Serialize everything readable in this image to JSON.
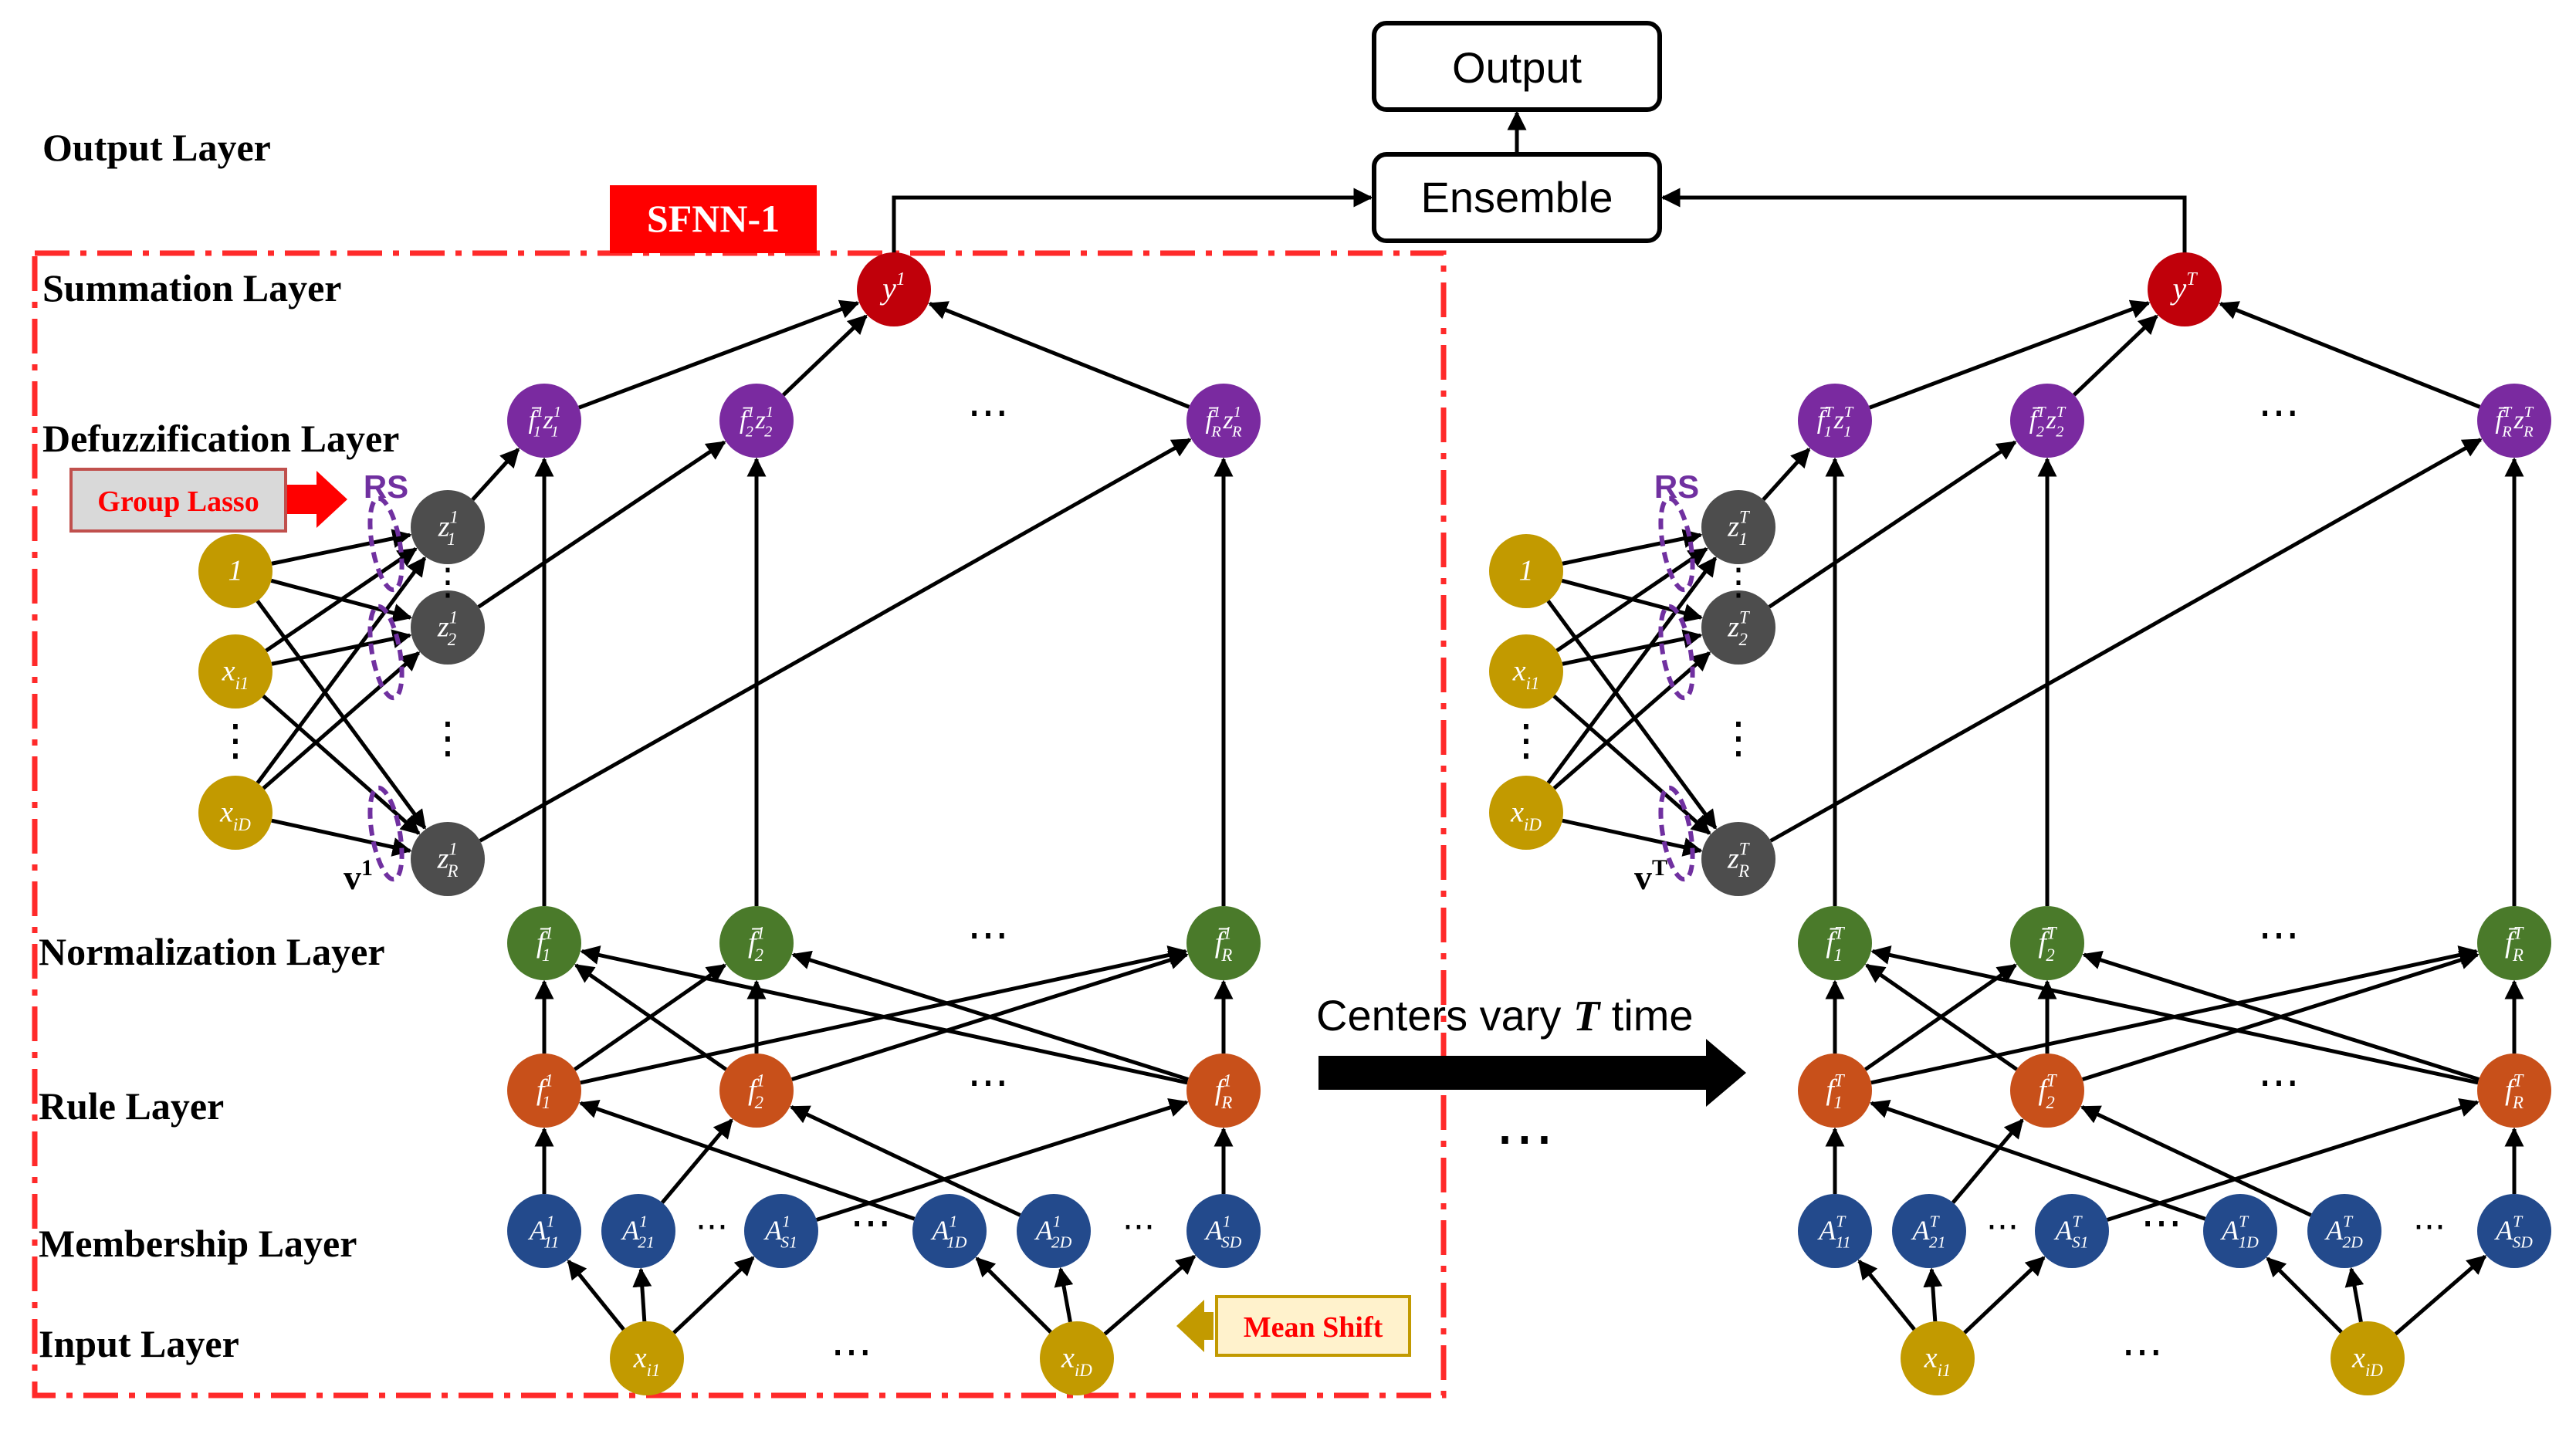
{
  "colors": {
    "frame_red": "#ff2a2a",
    "output_red": "#c0000a",
    "defuzz_purple": "#7a2aa0",
    "z_gray": "#4d4d4d",
    "input_gold": "#c29a00",
    "norm_green": "#4a7a2a",
    "rule_orange": "#c8501a",
    "member_blue": "#234a8c",
    "rs_dashed": "#7030a0"
  },
  "layer_labels": {
    "output": "Output Layer",
    "summation": "Summation Layer",
    "defuzzification": "Defuzzification Layer",
    "normalization": "Normalization Layer",
    "rule": "Rule Layer",
    "membership": "Membership Layer",
    "input": "Input Layer"
  },
  "boxes": {
    "output": "Output",
    "ensemble": "Ensemble",
    "sfnn": "SFNN-1",
    "group_lasso": "Group Lasso",
    "mean_shift": "Mean Shift"
  },
  "arrow_caption": {
    "prefix": "Centers vary ",
    "var": "T",
    "suffix": " time"
  },
  "ellipsis": "···",
  "vdots": "⋮",
  "rs_label": "RS",
  "left": {
    "y": {
      "main": "y",
      "sup": "1"
    },
    "v": {
      "main": "v",
      "sup": "1"
    },
    "defuzz": [
      {
        "main": "f̄",
        "sub": "1",
        "sup": "1",
        "z": "z",
        "zsub": "1",
        "zsup": "1"
      },
      {
        "main": "f̄",
        "sub": "2",
        "sup": "1",
        "z": "z",
        "zsub": "2",
        "zsup": "1"
      },
      {
        "main": "f̄",
        "sub": "R",
        "sup": "1",
        "z": "z",
        "zsub": "R",
        "zsup": "1"
      }
    ],
    "zs": [
      {
        "main": "z",
        "sub": "1",
        "sup": "1"
      },
      {
        "main": "z",
        "sub": "2",
        "sup": "1"
      },
      {
        "main": "z",
        "sub": "R",
        "sup": "1"
      }
    ],
    "consequent_inputs": [
      {
        "main": "1",
        "sub": "",
        "sup": ""
      },
      {
        "main": "x",
        "sub": "i1",
        "sup": ""
      },
      {
        "main": "x",
        "sub": "iD",
        "sup": ""
      }
    ],
    "norm": [
      {
        "main": "f̄",
        "sub": "1",
        "sup": "1"
      },
      {
        "main": "f̄",
        "sub": "2",
        "sup": "1"
      },
      {
        "main": "f̄",
        "sub": "R",
        "sup": "1"
      }
    ],
    "rule": [
      {
        "main": "f",
        "sub": "1",
        "sup": "1"
      },
      {
        "main": "f",
        "sub": "2",
        "sup": "1"
      },
      {
        "main": "f",
        "sub": "R",
        "sup": "1"
      }
    ],
    "member": [
      {
        "main": "A",
        "sub": "11",
        "sup": "1"
      },
      {
        "main": "A",
        "sub": "21",
        "sup": "1"
      },
      {
        "main": "A",
        "sub": "S1",
        "sup": "1"
      },
      {
        "main": "A",
        "sub": "1D",
        "sup": "1"
      },
      {
        "main": "A",
        "sub": "2D",
        "sup": "1"
      },
      {
        "main": "A",
        "sub": "SD",
        "sup": "1"
      }
    ],
    "inputs": [
      {
        "main": "x",
        "sub": "i1",
        "sup": ""
      },
      {
        "main": "x",
        "sub": "iD",
        "sup": ""
      }
    ]
  },
  "right": {
    "y": {
      "main": "y",
      "sup": "T"
    },
    "v": {
      "main": "v",
      "sup": "T"
    },
    "defuzz": [
      {
        "main": "f̄",
        "sub": "1",
        "sup": "T",
        "z": "z",
        "zsub": "1",
        "zsup": "T"
      },
      {
        "main": "f̄",
        "sub": "2",
        "sup": "T",
        "z": "z",
        "zsub": "2",
        "zsup": "T"
      },
      {
        "main": "f̄",
        "sub": "R",
        "sup": "T",
        "z": "z",
        "zsub": "R",
        "zsup": "T"
      }
    ],
    "zs": [
      {
        "main": "z",
        "sub": "1",
        "sup": "T"
      },
      {
        "main": "z",
        "sub": "2",
        "sup": "T"
      },
      {
        "main": "z",
        "sub": "R",
        "sup": "T"
      }
    ],
    "consequent_inputs": [
      {
        "main": "1",
        "sub": "",
        "sup": ""
      },
      {
        "main": "x",
        "sub": "i1",
        "sup": ""
      },
      {
        "main": "x",
        "sub": "iD",
        "sup": ""
      }
    ],
    "norm": [
      {
        "main": "f̄",
        "sub": "1",
        "sup": "T"
      },
      {
        "main": "f̄",
        "sub": "2",
        "sup": "T"
      },
      {
        "main": "f̄",
        "sub": "R",
        "sup": "T"
      }
    ],
    "rule": [
      {
        "main": "f",
        "sub": "1",
        "sup": "T"
      },
      {
        "main": "f",
        "sub": "2",
        "sup": "T"
      },
      {
        "main": "f",
        "sub": "R",
        "sup": "T"
      }
    ],
    "member": [
      {
        "main": "A",
        "sub": "11",
        "sup": "T"
      },
      {
        "main": "A",
        "sub": "21",
        "sup": "T"
      },
      {
        "main": "A",
        "sub": "S1",
        "sup": "T"
      },
      {
        "main": "A",
        "sub": "1D",
        "sup": "T"
      },
      {
        "main": "A",
        "sub": "2D",
        "sup": "T"
      },
      {
        "main": "A",
        "sub": "SD",
        "sup": "T"
      }
    ],
    "inputs": [
      {
        "main": "x",
        "sub": "i1",
        "sup": ""
      },
      {
        "main": "x",
        "sub": "iD",
        "sup": ""
      }
    ]
  }
}
